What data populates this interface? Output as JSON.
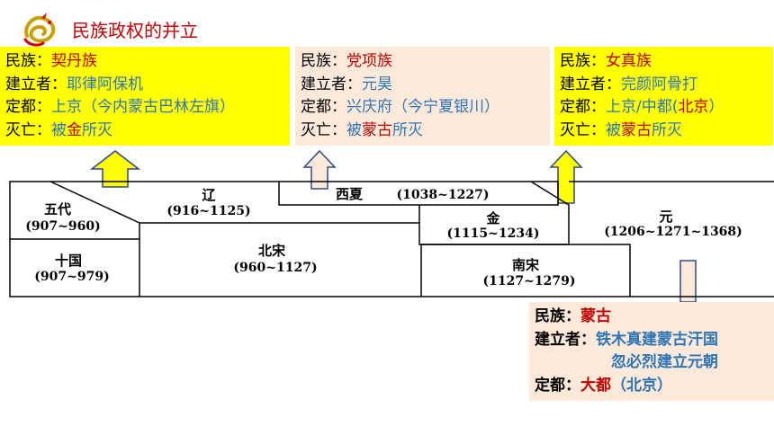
{
  "header": {
    "title": "民族政权的并立"
  },
  "colors": {
    "title": "#c00000",
    "label_red": "#c00000",
    "label_blue": "#2e75b6",
    "yellow_box": "#ffff00",
    "peach_box": "#fde9d9"
  },
  "boxes": {
    "liao": {
      "l1": "民族：",
      "v1": "契丹族",
      "l2": "建立者：",
      "v2": "耶律阿保机",
      "l3": "定都：",
      "v3": "上京（今内蒙古巴林左旗）",
      "l4": "灭亡：",
      "v4a": "被",
      "v4b": "金",
      "v4c": "所灭"
    },
    "xixia": {
      "l1": "民族：",
      "v1": "党项族",
      "l2": "建立者：",
      "v2": "元昊",
      "l3": "定都：",
      "v3": "兴庆府（今宁夏银川）",
      "l4": "灭亡：",
      "v4a": "被",
      "v4b": "蒙古",
      "v4c": "所灭"
    },
    "jin": {
      "l1": "民族：",
      "v1": "女真族",
      "l2": "建立者：",
      "v2": "完颜阿骨打",
      "l3": "定都：",
      "v3a": "上京/中都(",
      "v3b": "北京",
      "v3c": "）",
      "l4": "灭亡：",
      "v4a": "被",
      "v4b": "蒙古",
      "v4c": "所灭"
    },
    "yuan": {
      "l1": "民族：",
      "v1": "蒙古",
      "l2": "建立者：",
      "v2": "铁木真建蒙古汗国",
      "v2b": "忽必烈建立元朝",
      "l3": "定都：",
      "v3a": "大都",
      "v3b": "（北京）"
    }
  },
  "dynasties": {
    "wudai": {
      "name": "五代",
      "years": "(907~960)"
    },
    "shiguo": {
      "name": "十国",
      "years": "(907~979)"
    },
    "liao": {
      "name": "辽",
      "years": "(916~1125)"
    },
    "beisong": {
      "name": "北宋",
      "years": "(960~1127)"
    },
    "xixia": {
      "name": "西夏",
      "years": "(1038~1227)"
    },
    "jin": {
      "name": "金",
      "years": "(1115~1234)"
    },
    "nansong": {
      "name": "南宋",
      "years": "(1127~1279)"
    },
    "yuan": {
      "name": "元",
      "years": "(1206~1271~1368)"
    }
  }
}
